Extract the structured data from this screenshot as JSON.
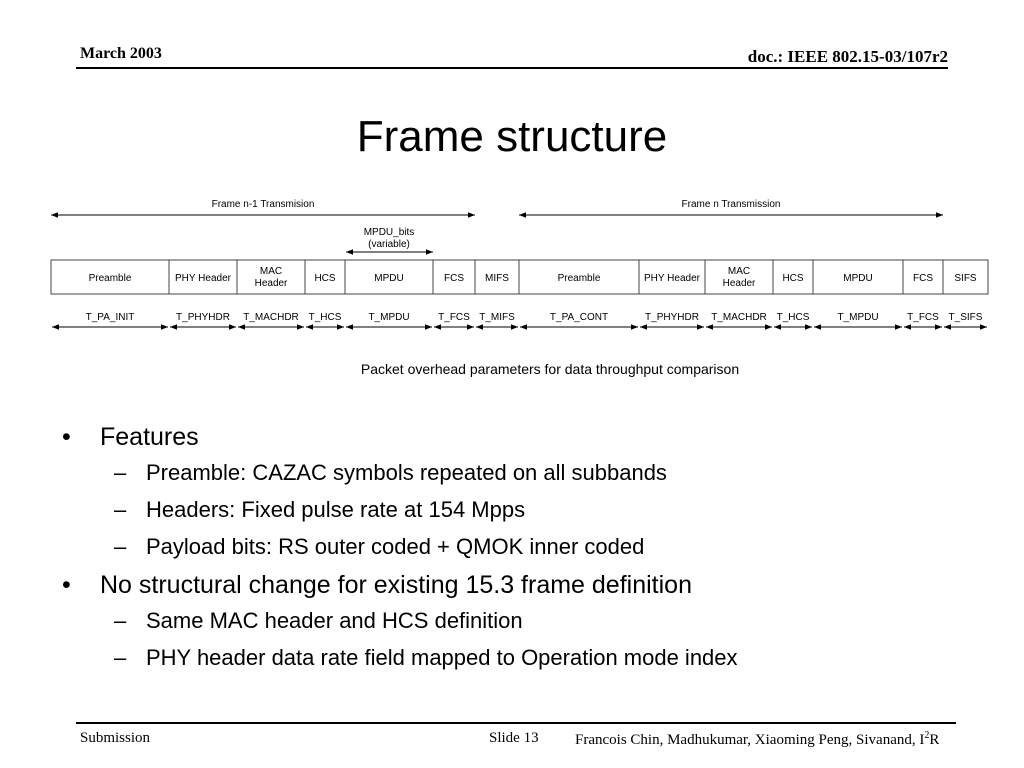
{
  "header": {
    "date": "March 2003",
    "doc_id": "doc.: IEEE 802.15-03/107r2"
  },
  "title": "Frame structure",
  "diagram": {
    "spans": [
      {
        "label": "Frame n-1 Transmision"
      },
      {
        "label": "Frame n Transmission"
      }
    ],
    "mpdu_label_line1": "MPDU_bits",
    "mpdu_label_line2": "(variable)",
    "fields": [
      {
        "lines": [
          "Preamble"
        ]
      },
      {
        "lines": [
          "PHY Header"
        ]
      },
      {
        "lines": [
          "MAC",
          "Header"
        ]
      },
      {
        "lines": [
          "HCS"
        ]
      },
      {
        "lines": [
          "MPDU"
        ]
      },
      {
        "lines": [
          "FCS"
        ]
      },
      {
        "lines": [
          "MIFS"
        ]
      },
      {
        "lines": [
          "Preamble"
        ]
      },
      {
        "lines": [
          "PHY Header"
        ]
      },
      {
        "lines": [
          "MAC",
          "Header"
        ]
      },
      {
        "lines": [
          "HCS"
        ]
      },
      {
        "lines": [
          "MPDU"
        ]
      },
      {
        "lines": [
          "FCS"
        ]
      },
      {
        "lines": [
          "SIFS"
        ]
      }
    ],
    "timings": [
      "T_PA_INIT",
      "T_PHYHDR",
      "T_MACHDR",
      "T_HCS",
      "T_MPDU",
      "T_FCS",
      "T_MIFS",
      "T_PA_CONT",
      "T_PHYHDR",
      "T_MACHDR",
      "T_HCS",
      "T_MPDU",
      "T_FCS",
      "T_SIFS"
    ]
  },
  "caption": "Packet overhead parameters for data throughput comparison",
  "bullets": [
    {
      "text": "Features",
      "marker": "•",
      "children": [
        {
          "text": "Preamble: CAZAC symbols repeated on all subbands",
          "marker": "–"
        },
        {
          "text": "Headers: Fixed pulse rate at 154 Mpps",
          "marker": "–"
        },
        {
          "text": "Payload bits: RS outer coded + QMOK inner coded",
          "marker": "–"
        }
      ]
    },
    {
      "text": "No structural change for existing 15.3 frame definition",
      "marker": "•",
      "children": [
        {
          "text": "Same MAC header and HCS definition",
          "marker": "–"
        },
        {
          "text": "PHY header data rate field mapped to Operation mode index",
          "marker": "–"
        }
      ]
    }
  ],
  "footer": {
    "left": "Submission",
    "slide": "Slide 13",
    "authors": "Francois Chin, Madhukumar, Xiaoming Peng, Sivanand, I",
    "authors_sup": "2",
    "authors_end": "R"
  }
}
